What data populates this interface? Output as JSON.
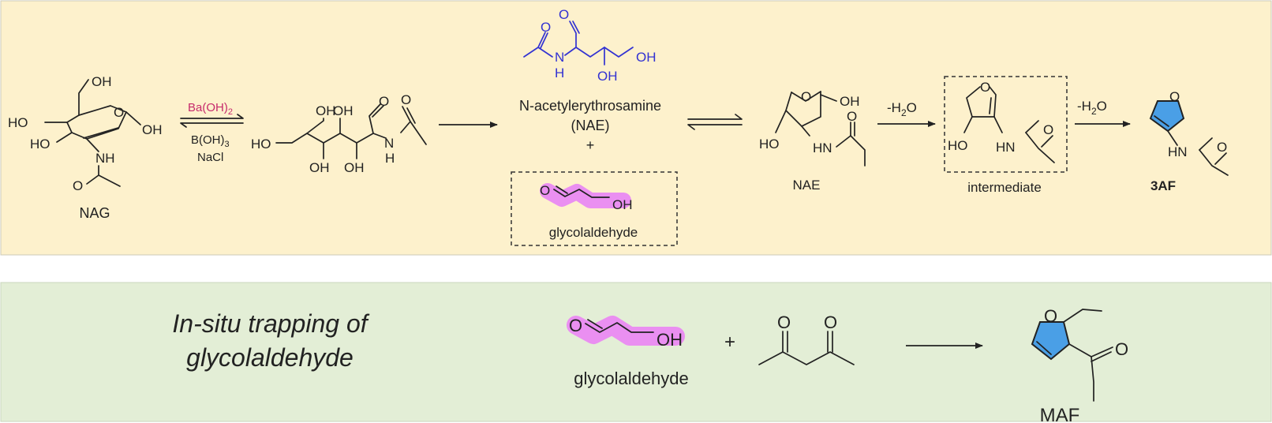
{
  "colors": {
    "top_panel": "#fdf1cc",
    "bottom_panel": "#e3eed6",
    "highlight_magenta": "#ea8ff1",
    "nae_blue": "#3232d2",
    "reagent_magenta": "#c62a6c",
    "furan_fill": "#4a9fe6"
  },
  "top": {
    "nag": {
      "label": "NAG",
      "atoms": {
        "oh1": "OH",
        "o_ring": "O",
        "oh_right": "OH",
        "ho_left": "HO",
        "ho_left2": "HO",
        "nh": "NH",
        "o_amide": "O"
      }
    },
    "reagents": {
      "above": "Ba(OH)",
      "above_sub": "2",
      "below": "B(OH)",
      "below_sub": "3",
      "below2": "NaCl"
    },
    "open_chain": {
      "atoms": {
        "oh_a": "OH",
        "oh_b": "OH",
        "oh_c": "OH",
        "oh_d": "OH",
        "ho": "HO",
        "o_ald": "O",
        "n": "N",
        "h": "H",
        "o_amide": "O"
      }
    },
    "nae_open": {
      "name": "N-acetylerythrosamine",
      "abbr": "(NAE)",
      "plus": "+",
      "atoms": {
        "o_ald": "O",
        "o_amide": "O",
        "n": "N",
        "h": "H",
        "oh_side": "OH",
        "oh_end": "OH"
      }
    },
    "glycolaldehyde_box": {
      "label": "glycolaldehyde",
      "atoms": {
        "o": "O",
        "oh": "OH"
      }
    },
    "nae_cyclic": {
      "label": "NAE",
      "atoms": {
        "o_ring": "O",
        "oh": "OH",
        "ho": "HO",
        "hn": "HN",
        "o_amide": "O"
      }
    },
    "step1": {
      "label": "-H",
      "sub": "2",
      "tail": "O"
    },
    "intermediate": {
      "label": "intermediate",
      "atoms": {
        "o_ring": "O",
        "ho": "HO",
        "hn": "HN",
        "o_amide": "O"
      }
    },
    "step2": {
      "label": "-H",
      "sub": "2",
      "tail": "O"
    },
    "product": {
      "label": "3AF",
      "atoms": {
        "o_ring": "O",
        "hn": "HN",
        "o_amide": "O"
      }
    }
  },
  "bottom": {
    "title_line1": "In-situ trapping of",
    "title_line2": "glycolaldehyde",
    "glycolaldehyde": {
      "label": "glycolaldehyde",
      "atoms": {
        "o": "O",
        "oh": "OH"
      }
    },
    "plus": "+",
    "diketone": {
      "atoms": {
        "o1": "O",
        "o2": "O"
      }
    },
    "product": {
      "label": "MAF",
      "atoms": {
        "o_ring": "O",
        "o_ketone": "O"
      }
    }
  }
}
